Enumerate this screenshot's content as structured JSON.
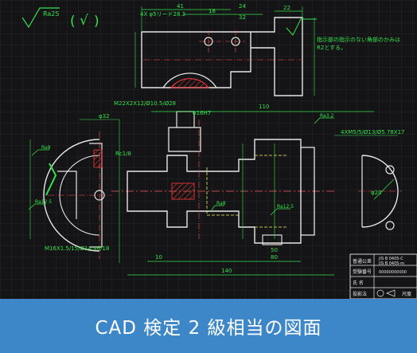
{
  "caption": "CAD 検定 2 級相当の図面",
  "drawing": {
    "roughness_main": "Ra25",
    "roughness_paren": "(",
    "roughness_check": "√",
    "roughness_paren_close": ")",
    "note": "4X φ5リード28.3",
    "note_right_1": "指示部の指示のない角部のかみは",
    "note_right_2": "R2とする。",
    "dims_top": [
      "41",
      "24",
      "18",
      "32",
      "22"
    ],
    "dim_110": "110",
    "dim_140": "140",
    "dim_80": "80",
    "dim_10": "10",
    "dim_50": "50",
    "dim_phi32": "φ32",
    "dim_phi20": "φ20",
    "dim_phi16": "φ16H7",
    "thread_left": "M22X2X12/Ø10.5/Ø28",
    "thread_bottom": "M16X1.5/15/Ø14.46/18",
    "thread_right": "4XM5/5/Ø13/Ø5.78X17",
    "rc": "Rc1/8",
    "ra_labels": [
      "Ra8",
      "Ra12.5",
      "Ra3.2",
      "Ra8",
      "Ra12.5"
    ],
    "title_block": {
      "row1_label": "普通公差",
      "row1_value": "JIS B 0405-C",
      "row1_value2": "JIS B 0405-m",
      "row2_label": "受験番号",
      "row2_value": "00000000000",
      "row3_label": "氏 名",
      "row4_label": "投影法",
      "row4_value": "尺度"
    }
  },
  "colors": {
    "grid": "#2a2a2e",
    "outline": "#e6e6e6",
    "dimension": "#33e24a",
    "hidden": "#f2f25a",
    "section": "#ff3a3a",
    "center": "#ff5555",
    "caption_bg": "#3d87c8"
  }
}
